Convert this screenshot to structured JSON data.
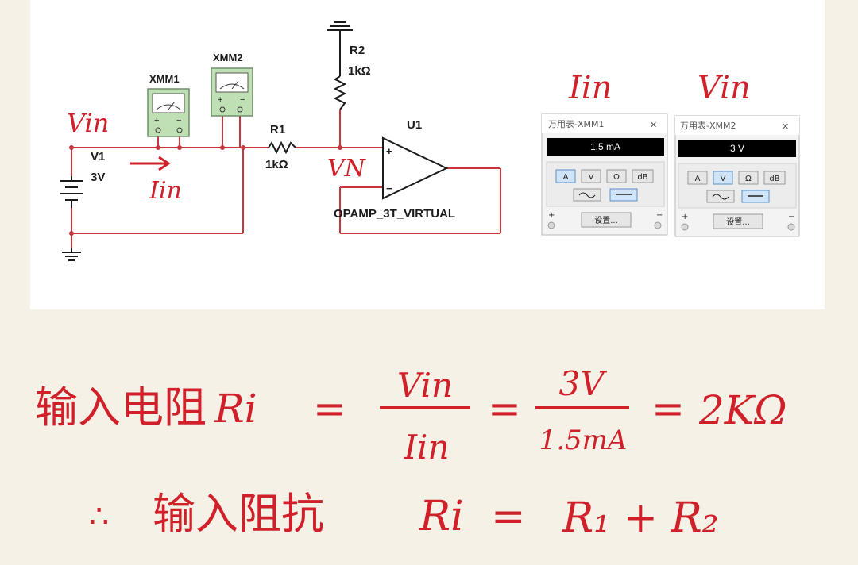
{
  "schematic": {
    "meters": [
      {
        "id": "XMM1",
        "label": "XMM1"
      },
      {
        "id": "XMM2",
        "label": "XMM2"
      }
    ],
    "source": {
      "name": "V1",
      "value": "3V"
    },
    "resistors": [
      {
        "name": "R1",
        "value": "1kΩ"
      },
      {
        "name": "R2",
        "value": "1kΩ"
      }
    ],
    "opamp": {
      "name": "U1",
      "model": "OPAMP_3T_VIRTUAL",
      "plus": "+",
      "minus": "−"
    }
  },
  "annotations": {
    "vin_left": "Vin",
    "iin_arrow": "Iin",
    "vn": "VN",
    "iin_top": "Iin",
    "vin_top": "Vin"
  },
  "multimeter_panels": [
    {
      "title": "万用表-XMM1",
      "close": "✕",
      "reading": "1.5 mA",
      "mode_buttons": [
        "A",
        "V",
        "Ω",
        "dB"
      ],
      "active_mode": "A",
      "coupling_active": "dc",
      "settings_label": "设置...",
      "plus": "+",
      "minus": "−"
    },
    {
      "title": "万用表-XMM2",
      "close": "✕",
      "reading": "3 V",
      "mode_buttons": [
        "A",
        "V",
        "Ω",
        "dB"
      ],
      "active_mode": "V",
      "coupling_active": "dc",
      "settings_label": "设置...",
      "plus": "+",
      "minus": "−"
    }
  ],
  "handwriting": {
    "line1_label": "输入电阻",
    "line1_ri": "Ri",
    "eq1": "=",
    "frac1_num": "Vin",
    "frac1_den": "Iin",
    "eq2": "=",
    "frac2_num": "3V",
    "frac2_den": "1.5mA",
    "eq3": "=",
    "result": "2KΩ",
    "line2_therefore": "∴",
    "line2_label": "输入阻抗",
    "line2_ri": "Ri",
    "line2_eq": "=",
    "line2_rhs": "R₁ + R₂"
  },
  "colors": {
    "wire": "#c9353c",
    "ink": "#d0202a",
    "meter_face": "#bfe0b5",
    "display_bg": "#000000",
    "active_button": "#cfe4f7"
  }
}
